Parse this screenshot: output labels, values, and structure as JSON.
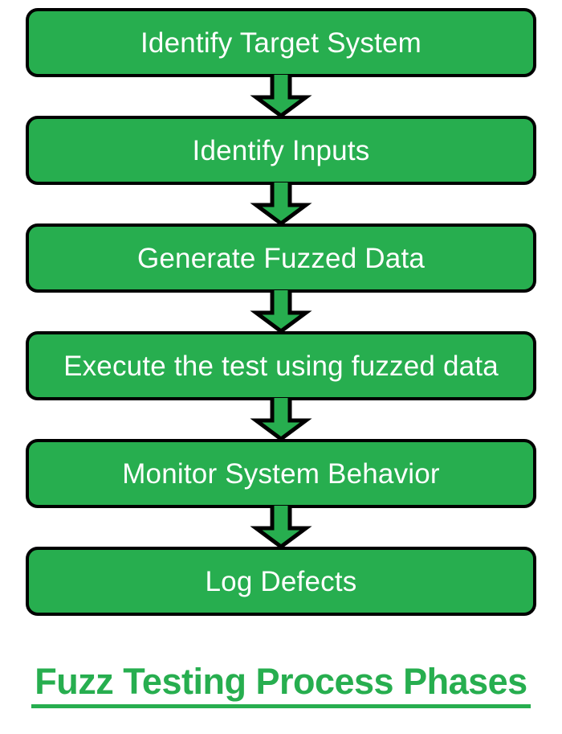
{
  "diagram": {
    "type": "flowchart",
    "title": "Fuzz Testing Process Phases",
    "steps": [
      "Identify Target System",
      "Identify Inputs",
      "Generate Fuzzed Data",
      "Execute the test using fuzzed data",
      "Monitor System Behavior",
      "Log Defects"
    ],
    "connector_icon": "down-block-arrow",
    "colors": {
      "box_fill": "#27AE4F",
      "box_border": "#000000",
      "box_text": "#FFFFFF",
      "arrow_fill": "#27AE4F",
      "arrow_outline": "#000000",
      "title_text": "#27AE4F",
      "background": "#FFFFFF"
    }
  }
}
